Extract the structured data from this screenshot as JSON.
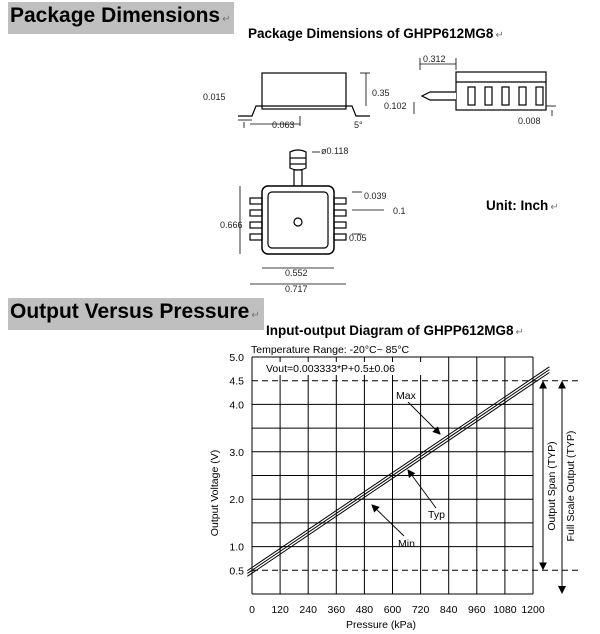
{
  "section1": {
    "title": "Package Dimensions",
    "mark": "↵"
  },
  "section2": {
    "title": "Output Versus Pressure",
    "mark": "↵"
  },
  "package": {
    "caption": "Package Dimensions of GHPP612MG8",
    "unit_label": "Unit: Inch",
    "dimensions": [
      "0.015",
      "0.35",
      "0.063",
      "5°",
      "0.312",
      "0.102",
      "0.008",
      "ø0.118",
      "0.039",
      "0.1",
      "0.666",
      "0.05",
      "0.552",
      "0.717"
    ]
  },
  "chart_data": {
    "type": "line",
    "title": "Input-output Diagram of GHPP612MG8",
    "annotations": [
      "Temperature Range: -20°C~ 85°C",
      "Vout=0.003333*P+0.5±0.06"
    ],
    "xlabel": "Pressure (kPa)",
    "ylabel": "Output Voltage (V)",
    "xlim": [
      0,
      1200
    ],
    "ylim": [
      0,
      5.0
    ],
    "x_ticks": [
      "0",
      "120",
      "240",
      "360",
      "480",
      "600",
      "720",
      "840",
      "960",
      "1080",
      "1200"
    ],
    "y_ticks": [
      "5.0",
      "4.5",
      "4.0",
      "3.0",
      "2.0",
      "1.0",
      "0.5"
    ],
    "grid": true,
    "series": [
      {
        "name": "Max",
        "x": [
          0,
          1200
        ],
        "y": [
          0.56,
          4.56
        ]
      },
      {
        "name": "Typ",
        "x": [
          0,
          1200
        ],
        "y": [
          0.5,
          4.5
        ]
      },
      {
        "name": "Min",
        "x": [
          0,
          1200
        ],
        "y": [
          0.44,
          4.44
        ]
      }
    ],
    "reference_lines": [
      4.5,
      0.5
    ],
    "span_labels": [
      "Output Span (TYP)",
      "Full Scale Output (TYP)"
    ]
  }
}
